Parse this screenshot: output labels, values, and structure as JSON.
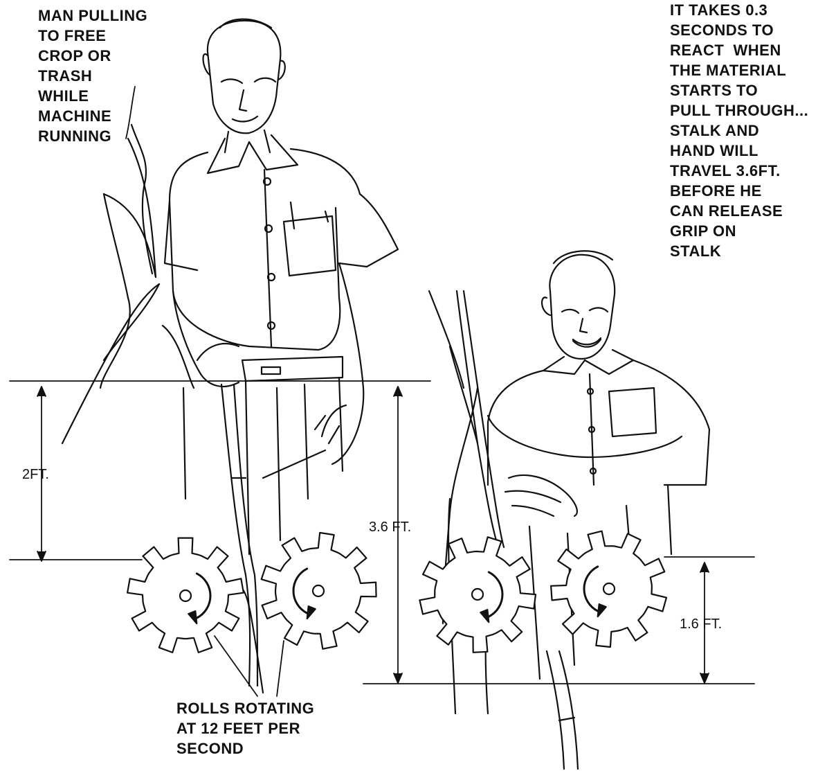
{
  "labels": {
    "left_note": "MAN PULLING\nTO FREE\nCROP OR\nTRASH\nWHILE\nMACHINE\nRUNNING",
    "right_note": "IT TAKES 0.3\nSECONDS TO\nREACT  WHEN\nTHE MATERIAL\nSTARTS TO\nPULL THROUGH...\nSTALK AND\nHAND WILL\nTRAVEL 3.6FT.\nBEFORE HE\nCAN RELEASE\nGRIP ON\nSTALK",
    "rolls_note": "ROLLS ROTATING\nAT 12 FEET PER\nSECOND"
  },
  "dimensions": {
    "left": "2FT.",
    "middle": "3.6 FT.",
    "right": "1.6 FT."
  },
  "colors": {
    "ink": "#111111",
    "paper": "#ffffff"
  }
}
